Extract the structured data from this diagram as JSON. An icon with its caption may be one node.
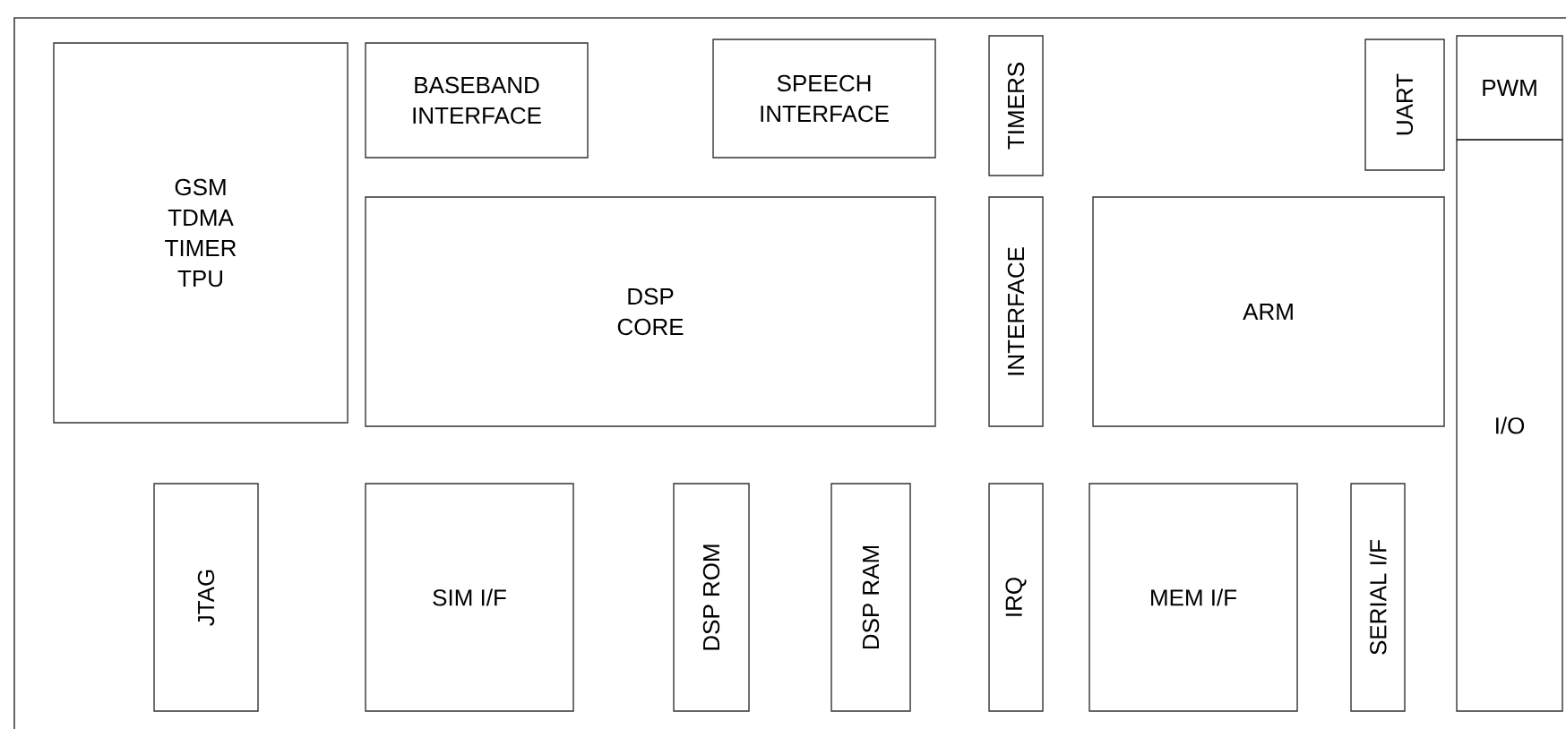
{
  "diagram": {
    "nodes": [
      {
        "text": [
          "GSM TDMA TIMER TPU"
        ]
      },
      {
        "text": [
          "BASEBAND INTERFACE"
        ]
      },
      {
        "text": [
          "SPEECH INTERFACE"
        ]
      },
      {
        "text": [
          "TIMERS"
        ]
      },
      {
        "text": [
          "UART"
        ]
      },
      {
        "text": [
          "PWM"
        ]
      },
      {
        "text": [
          "DSP CORE"
        ]
      },
      {
        "text": [
          "INTERFACE"
        ]
      },
      {
        "text": [
          "ARM"
        ]
      },
      {
        "text": [
          "I/O"
        ]
      },
      {
        "text": [
          "JTAG"
        ]
      },
      {
        "text": [
          "SIM I/F"
        ]
      },
      {
        "text": [
          "DSP ROM"
        ]
      },
      {
        "text": [
          "DSP RAM"
        ]
      },
      {
        "text": [
          "IRQ"
        ]
      },
      {
        "text": [
          "MEM I/F"
        ]
      },
      {
        "text": [
          "SERIAL I/F"
        ]
      }
    ]
  }
}
